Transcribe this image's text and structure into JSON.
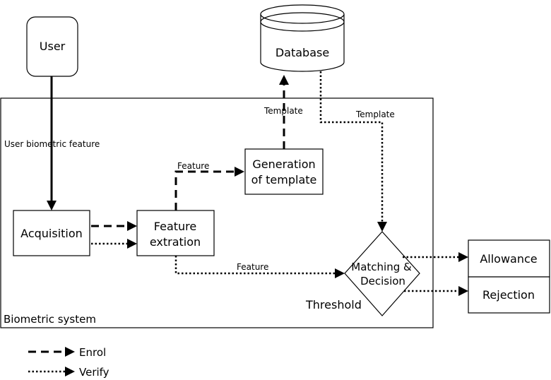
{
  "nodes": {
    "user": "User",
    "database": "Database",
    "acquisition": "Acquisition",
    "feature_extraction": [
      "Feature",
      "extration"
    ],
    "generation_template": [
      "Generation",
      "of template"
    ],
    "matching_decision": [
      "Matching &",
      "Decision"
    ],
    "allowance": "Allowance",
    "rejection": "Rejection"
  },
  "edge_labels": {
    "user_biometric_feature": "User biometric feature",
    "feature_to_generation": "Feature",
    "template_to_database": "Template",
    "template_to_matching": "Template",
    "feature_to_matching": "Feature"
  },
  "annotations": {
    "threshold": "Threshold",
    "system": "Biometric system"
  },
  "legend": {
    "enrol": "Enrol",
    "verify": "Verify"
  }
}
